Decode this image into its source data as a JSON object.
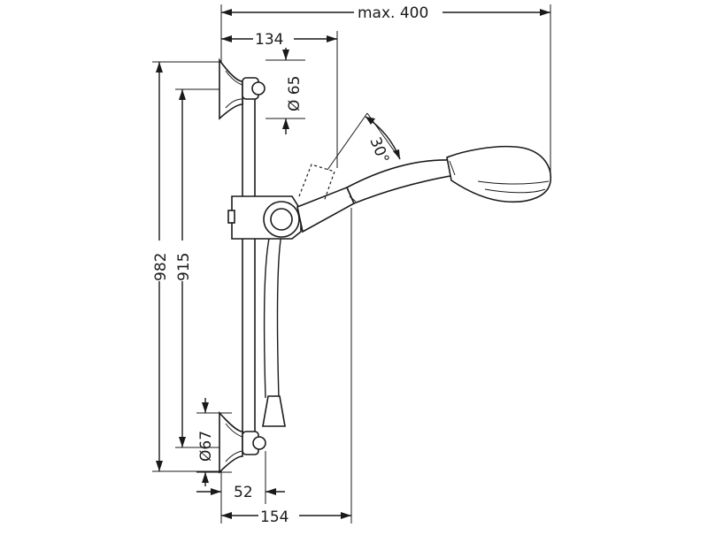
{
  "dimensions": {
    "max_width": "max. 400",
    "top_offset": "134",
    "wall_bracket_top_diameter": "Ø 65",
    "spray_angle": "30°",
    "total_height": "982",
    "rail_length": "915",
    "wall_bracket_bottom_diameter": "Ø67",
    "bracket_depth": "52",
    "bottom_offset": "154"
  }
}
